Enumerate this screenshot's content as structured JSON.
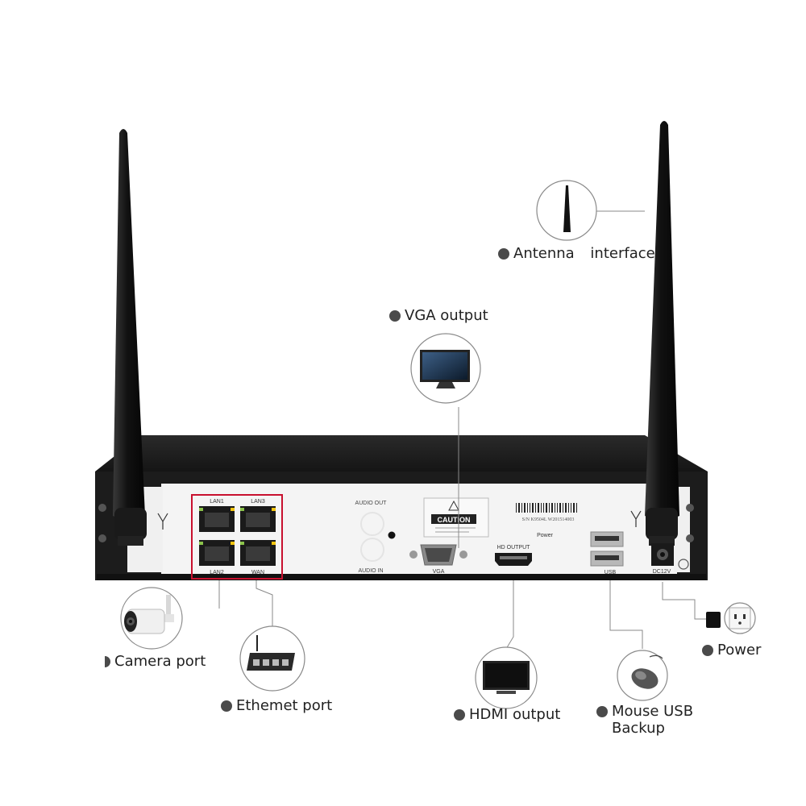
{
  "callouts": {
    "antenna": "Antenna interface",
    "vga": "VGA output",
    "camera": "Camera port",
    "ethernet": "Ethemet port",
    "hdmi": "HDMI output",
    "mouse_line1": "Mouse USB",
    "mouse_line2": "Backup",
    "power": "Power"
  },
  "panel": {
    "lan1": "LAN1",
    "lan3": "LAN3",
    "lan2": "LAN2",
    "wan": "WAN",
    "audio_out": "AUDIO OUT",
    "audio_in": "AUDIO IN",
    "caution": "CAUTION",
    "vga": "VGA",
    "hd_output": "HD OUTPUT",
    "power": "Power",
    "usb": "USB",
    "dc12v": "DC12V",
    "serial": "S/N K9504L W201514003"
  },
  "colors": {
    "case": "#1c1c1c",
    "panel": "#f4f4f4",
    "highlight": "#c8102e",
    "connector": "#999999"
  }
}
